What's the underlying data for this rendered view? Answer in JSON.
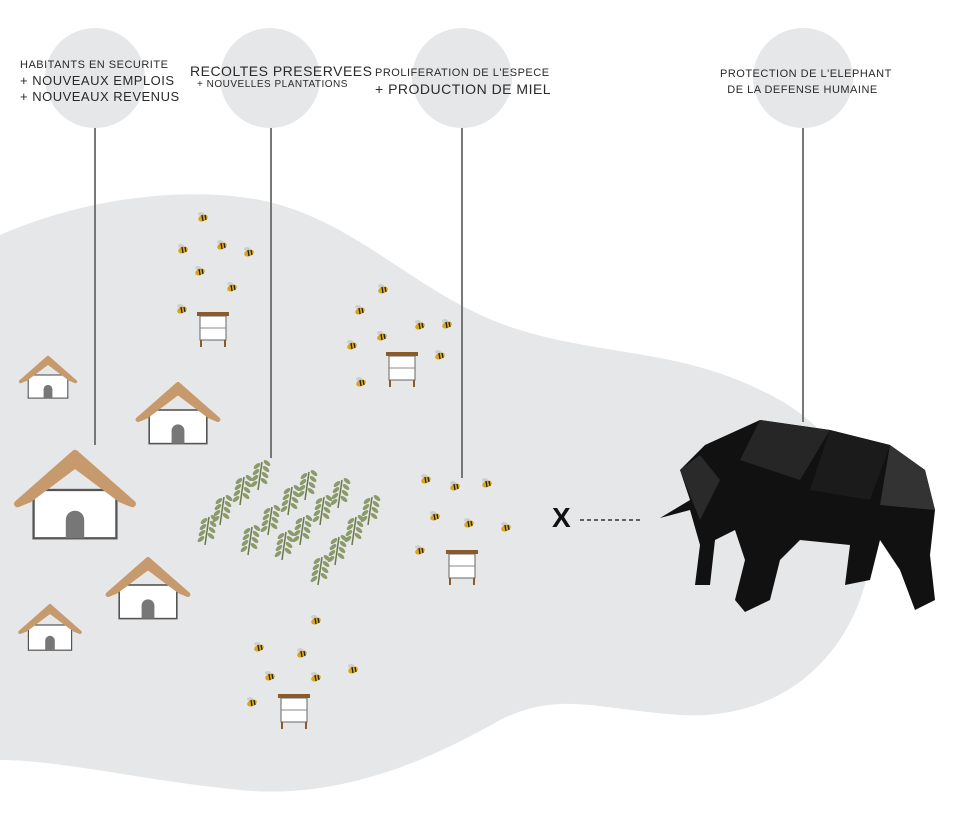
{
  "benefits": [
    {
      "lines": [
        "HABITANTS EN SECURITE",
        "+ NOUVEAUX EMPLOIS",
        "+ NOUVEAUX REVENUS"
      ]
    },
    {
      "lines": [
        "RECOLTES PRESERVEES",
        "+ NOUVELLES PLANTATIONS"
      ]
    },
    {
      "lines": [
        "PROLIFERATION DE L'ESPECE",
        "+ PRODUCTION DE MIEL"
      ]
    },
    {
      "lines": [
        "PROTECTION DE L'ELEPHANT",
        "DE LA DEFENSE HUMAINE"
      ]
    }
  ],
  "barrier_mark": "X",
  "colors": {
    "blob": "#e6e7e8",
    "circle": "#e6e7e8",
    "roof": "#c69a6d",
    "crop": "#8a9a6a",
    "hive_top": "#8b5a2b",
    "elephant": "#111111"
  }
}
